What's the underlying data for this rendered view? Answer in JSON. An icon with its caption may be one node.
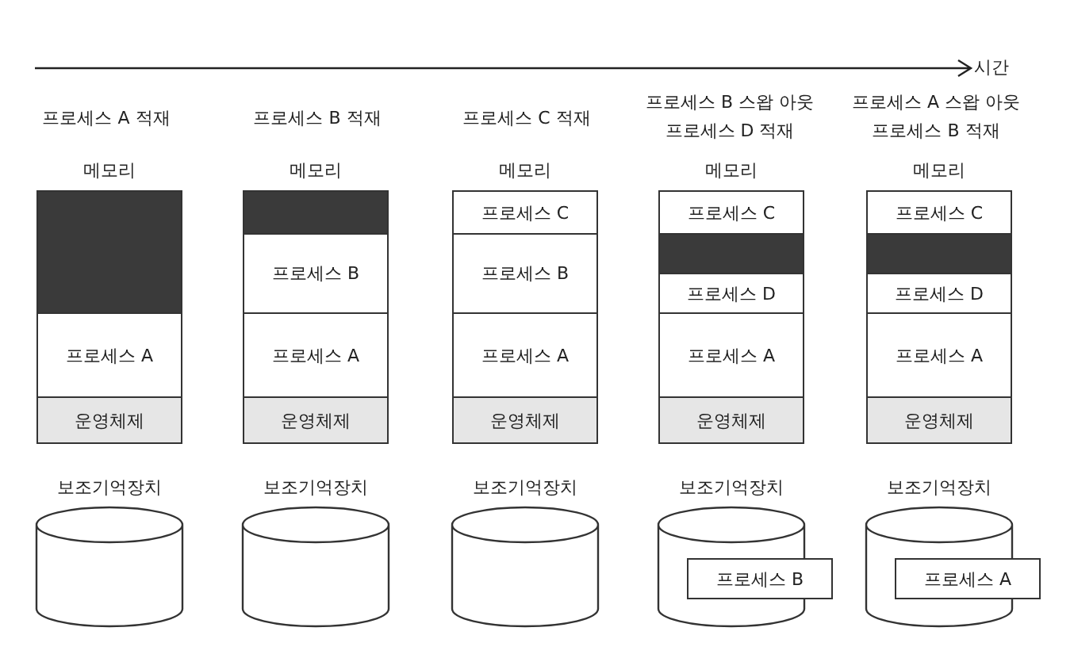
{
  "diagram": {
    "nodes": [
      {
        "text": [
          "메모리"
        ]
      },
      {
        "text": [],
        "shape": "box",
        "in": 0
      },
      {
        "text": [
          "프로세스 A"
        ],
        "in": 0
      },
      {
        "text": [
          "운영체제"
        ],
        "in": 0
      },
      {
        "text": [
          "보조기억장치"
        ]
      },
      {
        "text": [
          "메모리"
        ]
      },
      {
        "text": [],
        "shape": "box",
        "in": 5
      },
      {
        "text": [
          "프로세스 B"
        ],
        "in": 5
      },
      {
        "text": [
          "프로세스 A"
        ],
        "in": 5
      },
      {
        "text": [
          "운영체제"
        ],
        "in": 5
      },
      {
        "text": [
          "보조기억장치"
        ]
      },
      {
        "text": [
          "메모리"
        ]
      },
      {
        "text": [
          "프로세스 C"
        ],
        "in": 11
      },
      {
        "text": [
          "프로세스 B"
        ],
        "in": 11
      },
      {
        "text": [
          "프로세스 A"
        ],
        "in": 11
      },
      {
        "text": [
          "운영체제"
        ],
        "in": 11
      },
      {
        "text": [
          "보조기억장치"
        ]
      },
      {
        "text": [
          "메모리"
        ]
      },
      {
        "text": [
          "프로세스 C"
        ],
        "in": 17
      },
      {
        "text": [],
        "shape": "box",
        "in": 17
      },
      {
        "text": [
          "프로세스 D"
        ],
        "in": 17
      },
      {
        "text": [
          "프로세스 A"
        ],
        "in": 17
      },
      {
        "text": [
          "운영체제"
        ],
        "in": 17
      },
      {
        "text": [
          "보조기억장치"
        ]
      },
      {
        "text": [
          "프로세스 B"
        ],
        "in": 23
      },
      {
        "text": [
          "메모리"
        ]
      },
      {
        "text": [
          "프로세스 C"
        ],
        "in": 25
      },
      {
        "text": [],
        "shape": "box",
        "in": 25
      },
      {
        "text": [
          "프로세스 D"
        ],
        "in": 25
      },
      {
        "text": [
          "프로세스 A"
        ],
        "in": 25
      },
      {
        "text": [
          "운영체제"
        ],
        "in": 25
      },
      {
        "text": [
          "보조기억장치"
        ]
      },
      {
        "text": [
          "프로세스 A"
        ],
        "in": 31
      }
    ],
    "edges": [],
    "labels": [
      "시간",
      "프로세스 A 적재",
      "프로세스 B 적재",
      "프로세스 C 적재",
      "프로세스 B 스왑 아웃 프로세스 D 적재",
      "프로세스 A 스왑 아웃 프로세스 B 적재"
    ]
  }
}
